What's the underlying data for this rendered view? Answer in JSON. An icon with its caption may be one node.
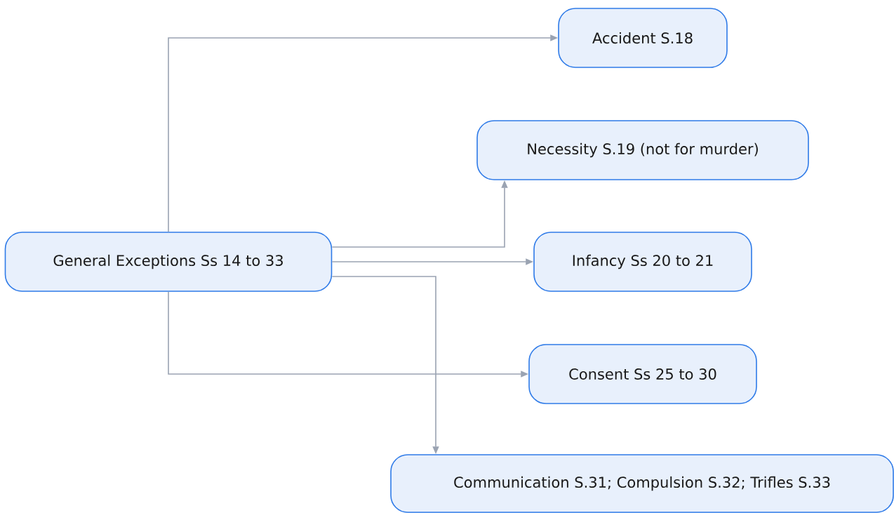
{
  "diagram": {
    "nodes": [
      {
        "text": [
          "General Exceptions Ss 14 to 33"
        ]
      },
      {
        "text": [
          "Accident S.18"
        ]
      },
      {
        "text": [
          "Necessity S.19 (not for murder)"
        ]
      },
      {
        "text": [
          "Infancy Ss 20 to 21"
        ]
      },
      {
        "text": [
          "Consent Ss 25 to 30"
        ]
      },
      {
        "text": [
          "Communication S.31; Compulsion S.32; Trifles S.33"
        ]
      }
    ],
    "edges": [
      {
        "from": 0,
        "to": 1,
        "arrow": "to"
      },
      {
        "from": 0,
        "to": 2,
        "arrow": "to"
      },
      {
        "from": 0,
        "to": 3,
        "arrow": "to"
      },
      {
        "from": 0,
        "to": 4,
        "arrow": "to"
      },
      {
        "from": 0,
        "to": 5,
        "arrow": "to"
      }
    ]
  }
}
